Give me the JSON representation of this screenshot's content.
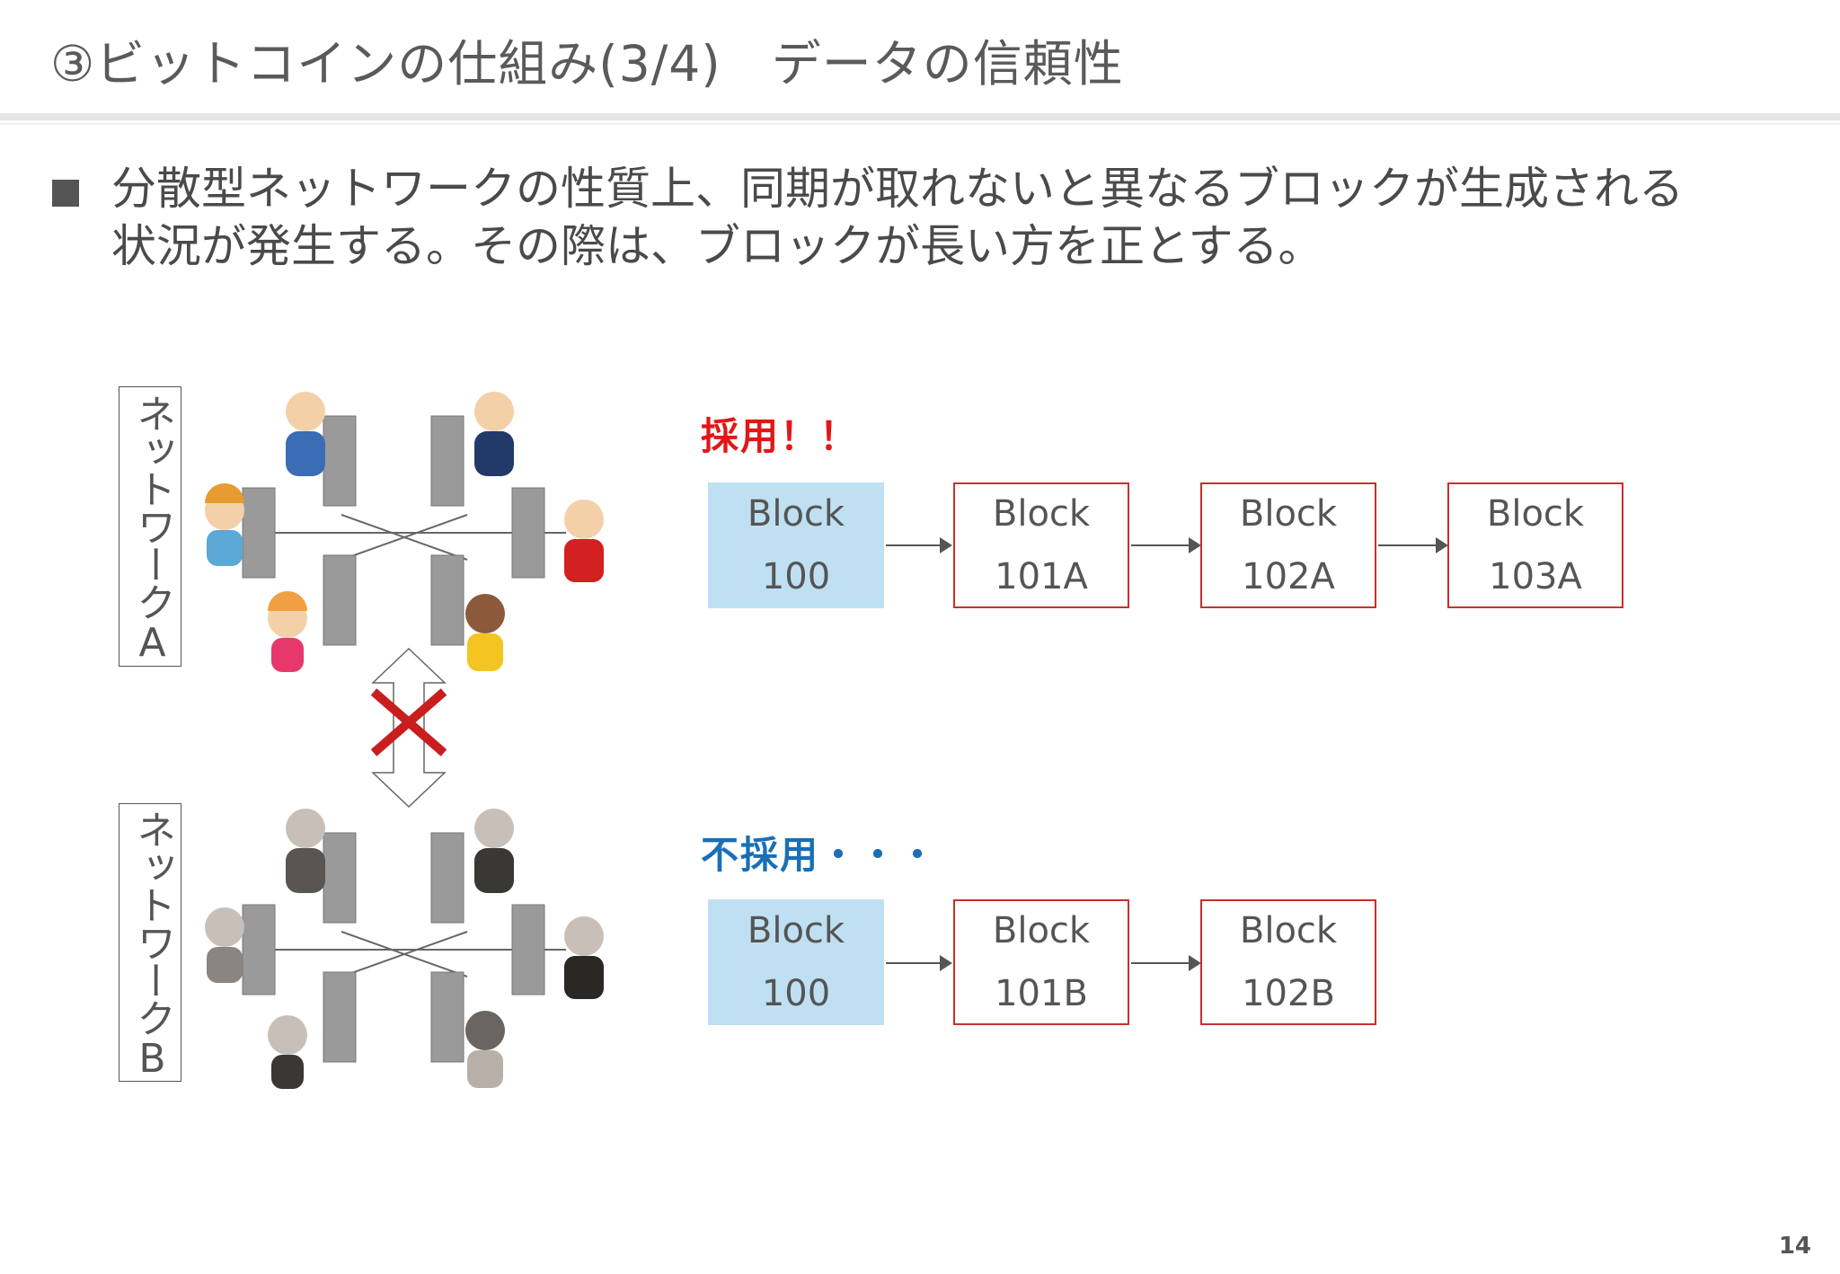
{
  "title": "③ビットコインの仕組み(3/4)　データの信頼性",
  "bullet": {
    "line1": "分散型ネットワークの性質上、同期が取れないと異なるブロックが生成される",
    "line2": "状況が発生する。その際は、ブロックが長い方を正とする。"
  },
  "networks": {
    "a_label": "ネットワークA",
    "b_label": "ネットワークB"
  },
  "chains": {
    "adopted": {
      "tag": "採用！！",
      "blocks": [
        {
          "line1": "Block",
          "line2": "100"
        },
        {
          "line1": "Block",
          "line2": "101A"
        },
        {
          "line1": "Block",
          "line2": "102A"
        },
        {
          "line1": "Block",
          "line2": "103A"
        }
      ]
    },
    "rejected": {
      "tag": "不採用・・・",
      "blocks": [
        {
          "line1": "Block",
          "line2": "100"
        },
        {
          "line1": "Block",
          "line2": "101B"
        },
        {
          "line1": "Block",
          "line2": "102B"
        }
      ]
    }
  },
  "colors": {
    "adopted_tag": "#e01818",
    "rejected_tag": "#1a6fb5",
    "genesis_fill": "#bfe0f2",
    "block_border": "#c9302c",
    "cross": "#c81e1e"
  },
  "page_number": "14"
}
